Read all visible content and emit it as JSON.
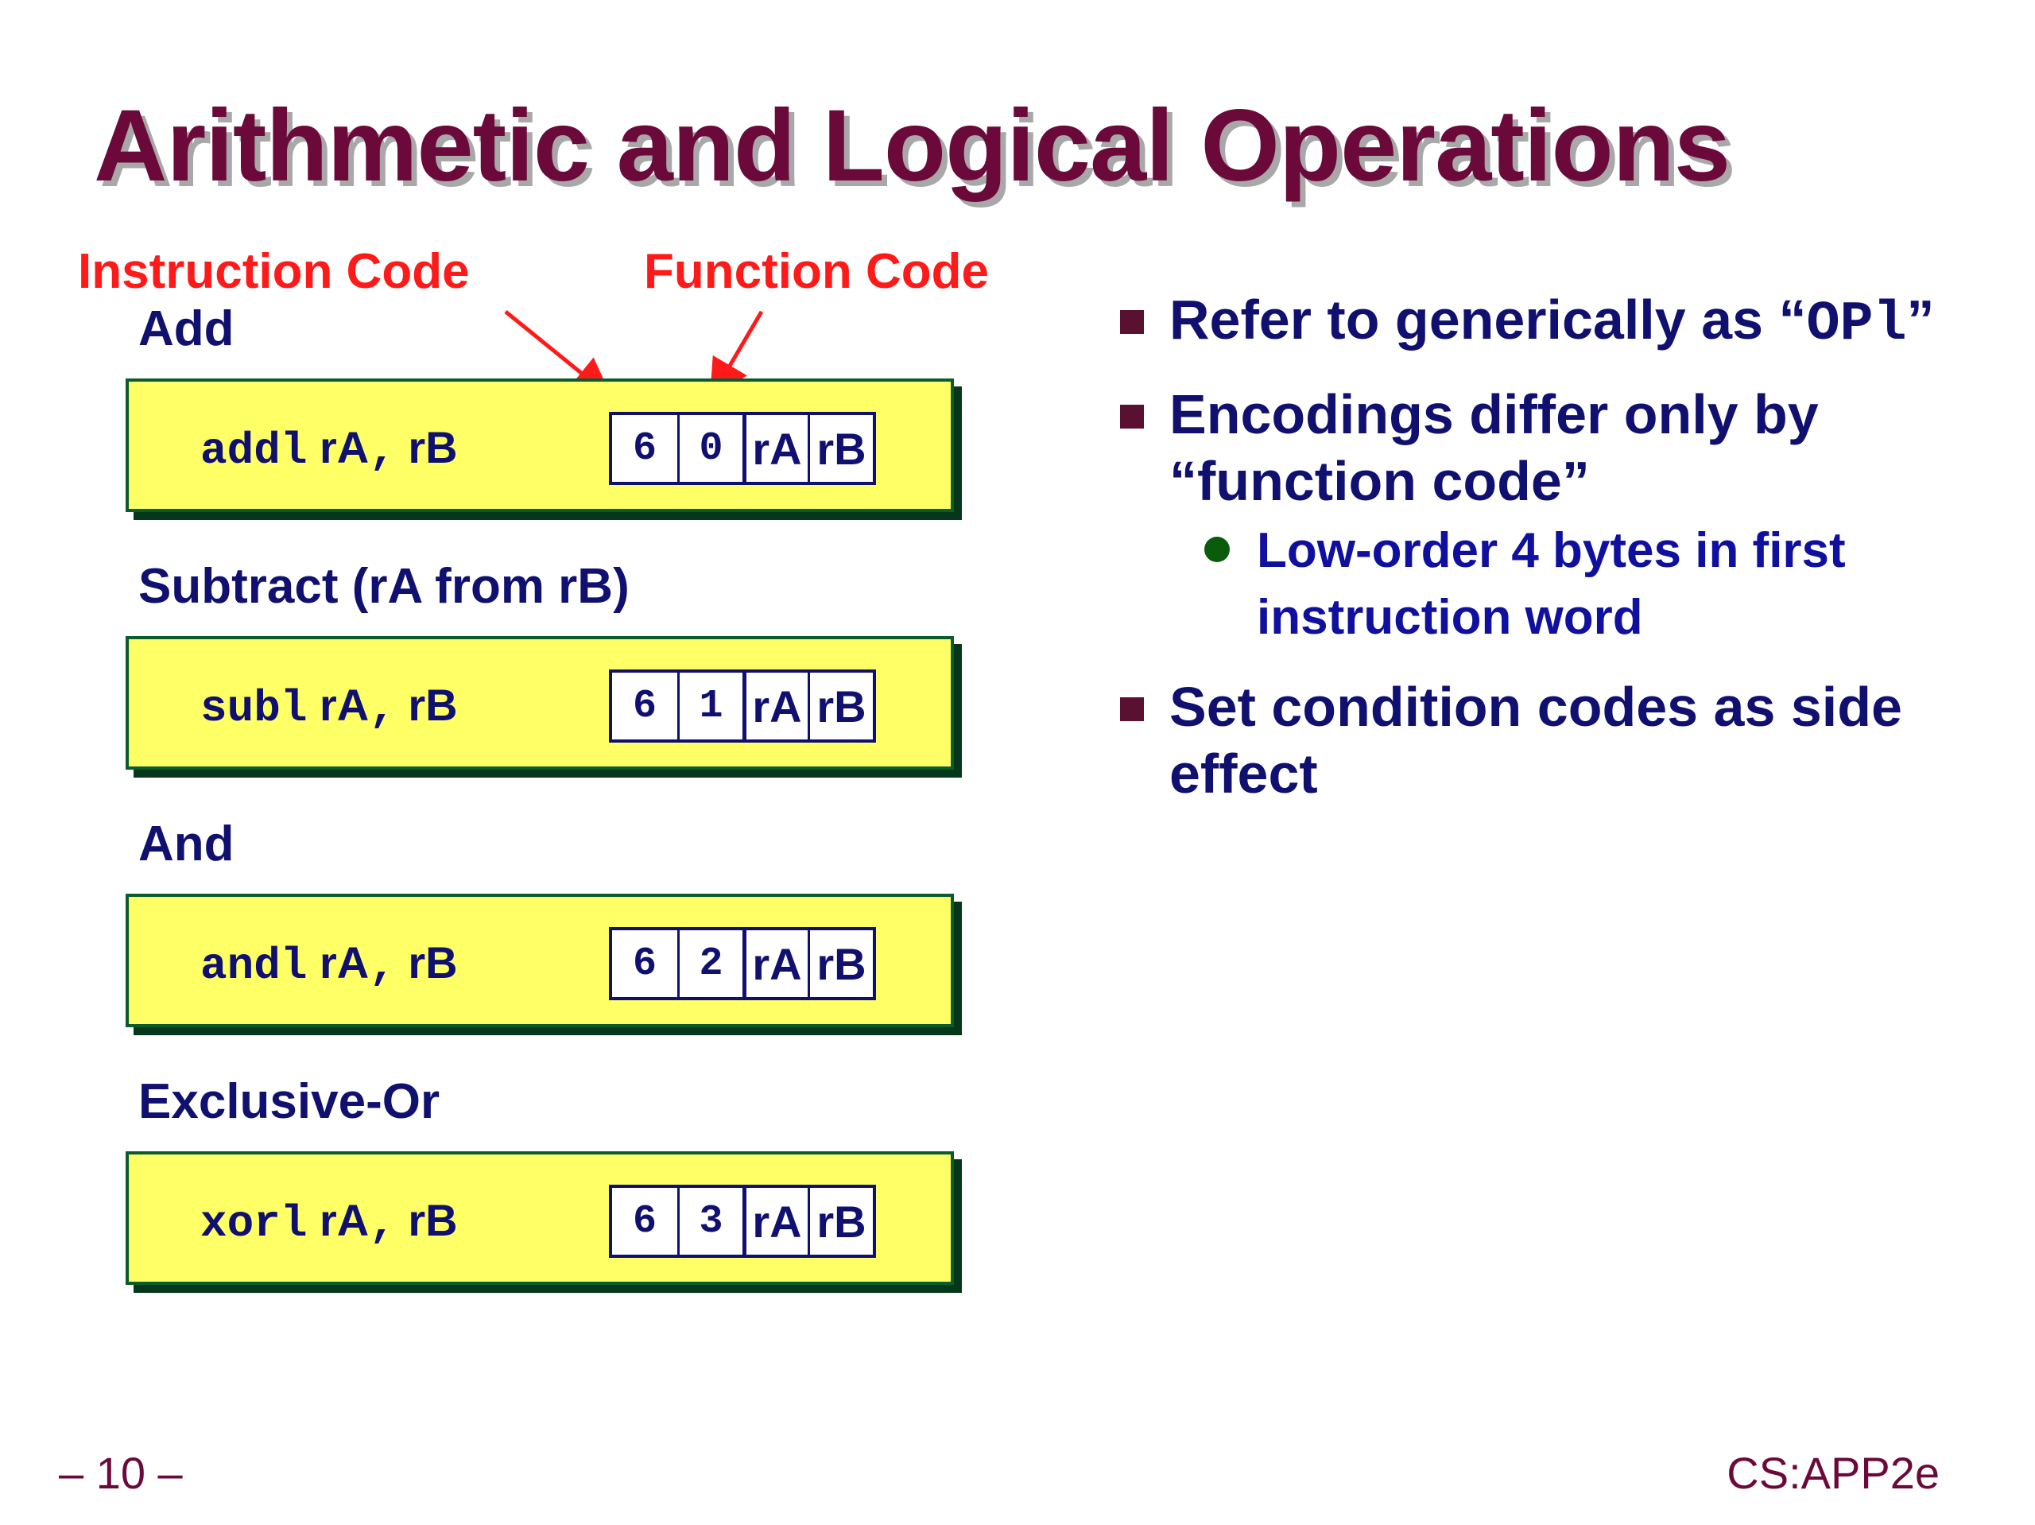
{
  "slide": {
    "title": "Arithmetic and Logical Operations",
    "callouts": {
      "instruction_code": "Instruction Code",
      "function_code": "Function Code"
    },
    "operations": [
      {
        "label": "Add",
        "mnemonic": "addl",
        "operands": "rA",
        "operand2": "rB",
        "comma": ",",
        "icode": "6",
        "ifun": "0",
        "ra": "rA",
        "rb": "rB"
      },
      {
        "label": "Subtract (rA from rB)",
        "mnemonic": "subl",
        "operands": "rA",
        "operand2": "rB",
        "comma": ",",
        "icode": "6",
        "ifun": "1",
        "ra": "rA",
        "rb": "rB"
      },
      {
        "label": "And",
        "mnemonic": "andl",
        "operands": "rA",
        "operand2": "rB",
        "comma": ",",
        "icode": "6",
        "ifun": "2",
        "ra": "rA",
        "rb": "rB"
      },
      {
        "label": "Exclusive-Or",
        "mnemonic": "xorl",
        "operands": "rA",
        "operand2": "rB",
        "comma": ",",
        "icode": "6",
        "ifun": "3",
        "ra": "rA",
        "rb": "rB"
      }
    ],
    "bullets": [
      {
        "text_before": "Refer to generically as “",
        "code": "OPl",
        "text_after": "”"
      },
      {
        "text": "Encodings differ only by “function code”",
        "sub": "Low-order 4 bytes in first instruction word"
      },
      {
        "text": "Set condition codes as side effect"
      }
    ],
    "footer_left": "– 10 –",
    "footer_right": "CS:APP2e"
  },
  "colors": {
    "title": "#6b0a3a",
    "callout": "#ff1a1a",
    "text": "#101070",
    "box_fill": "#ffff66",
    "box_border": "#0a5c2c",
    "sub_bullet": "#1010a0"
  }
}
